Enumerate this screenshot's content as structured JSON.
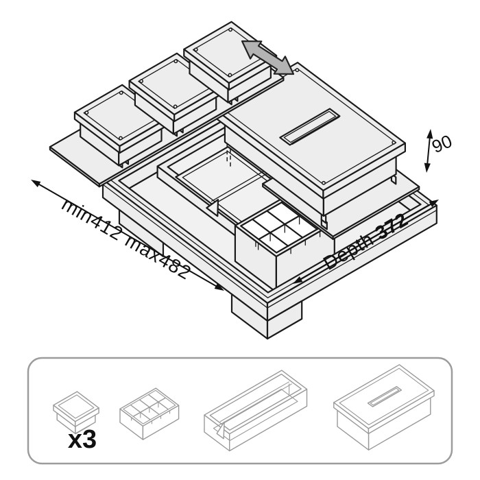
{
  "diagram": {
    "subject": "drawer-organizer-set-isometric-illustration",
    "dimensions": {
      "width_label": "min412 max482",
      "depth_label": "Depth",
      "depth_value": "372",
      "height_value": "90"
    },
    "colors": {
      "outline": "#1a1a1a",
      "fill": "#ededed",
      "arrow_fill": "#b3b3b3",
      "dim": "#111111",
      "thumb": "#999999",
      "panel": "#9c9c9c"
    }
  },
  "legend": {
    "items": [
      {
        "id": "small-lidded-box",
        "quantity_label": "x3"
      },
      {
        "id": "divided-insert"
      },
      {
        "id": "open-tray-with-divider"
      },
      {
        "id": "lidded-box-with-handle"
      }
    ]
  }
}
